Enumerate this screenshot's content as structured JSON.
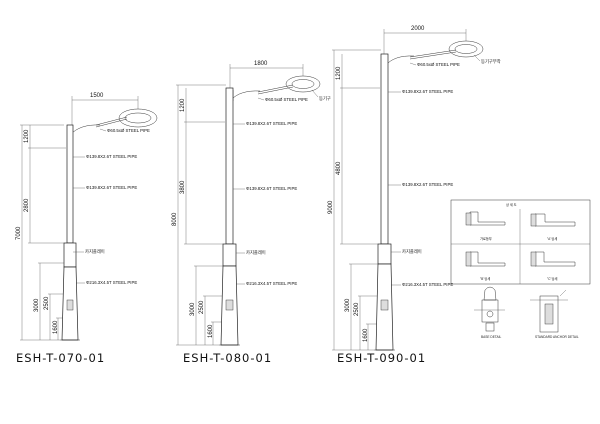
{
  "poles": [
    {
      "model": "ESH-T-070-01",
      "arm_length": "1500",
      "total_height": "7000",
      "dims": [
        "1200",
        "2800",
        "3000",
        "2500",
        "1600"
      ],
      "labels": [
        "Φ60.5xØ STEEL PIPE",
        "Φ139.8X2.6T STEEL PIPE",
        "Φ139.8X2.6T STEEL PIPE",
        "Φ216.3X4.5T STEEL PIPE"
      ],
      "notes": [
        "카지플레이"
      ]
    },
    {
      "model": "ESH-T-080-01",
      "arm_length": "1800",
      "total_height": "8000",
      "dims": [
        "1200",
        "3800",
        "3000",
        "2500",
        "1600"
      ],
      "labels": [
        "Φ60.5xØ STEEL PIPE",
        "Φ139.8X2.6T STEEL PIPE",
        "Φ139.8X2.6T STEEL PIPE",
        "Φ216.3X4.5T STEEL PIPE"
      ],
      "notes": [
        "등기구",
        "카지플레이"
      ]
    },
    {
      "model": "ESH-T-090-01",
      "arm_length": "2000",
      "total_height": "9000",
      "dims": [
        "1200",
        "4800",
        "3000",
        "2500",
        "1600"
      ],
      "labels": [
        "Φ60.5xØ STEEL PIPE",
        "Φ139.8X2.6T STEEL PIPE",
        "Φ139.8X2.6T STEEL PIPE",
        "Φ216.3X4.5T STEEL PIPE"
      ],
      "notes": [
        "등기구부착",
        "카지플레이"
      ]
    }
  ],
  "detail_panel": {
    "title": "상 세 도",
    "captions": [
      "가로등부",
      "\"A\"상세",
      "\"B\"상세",
      "\"C\"상세"
    ],
    "bottom_captions": [
      "BASE DETAIL",
      "STANDARD ANCHOR DETAIL"
    ]
  }
}
